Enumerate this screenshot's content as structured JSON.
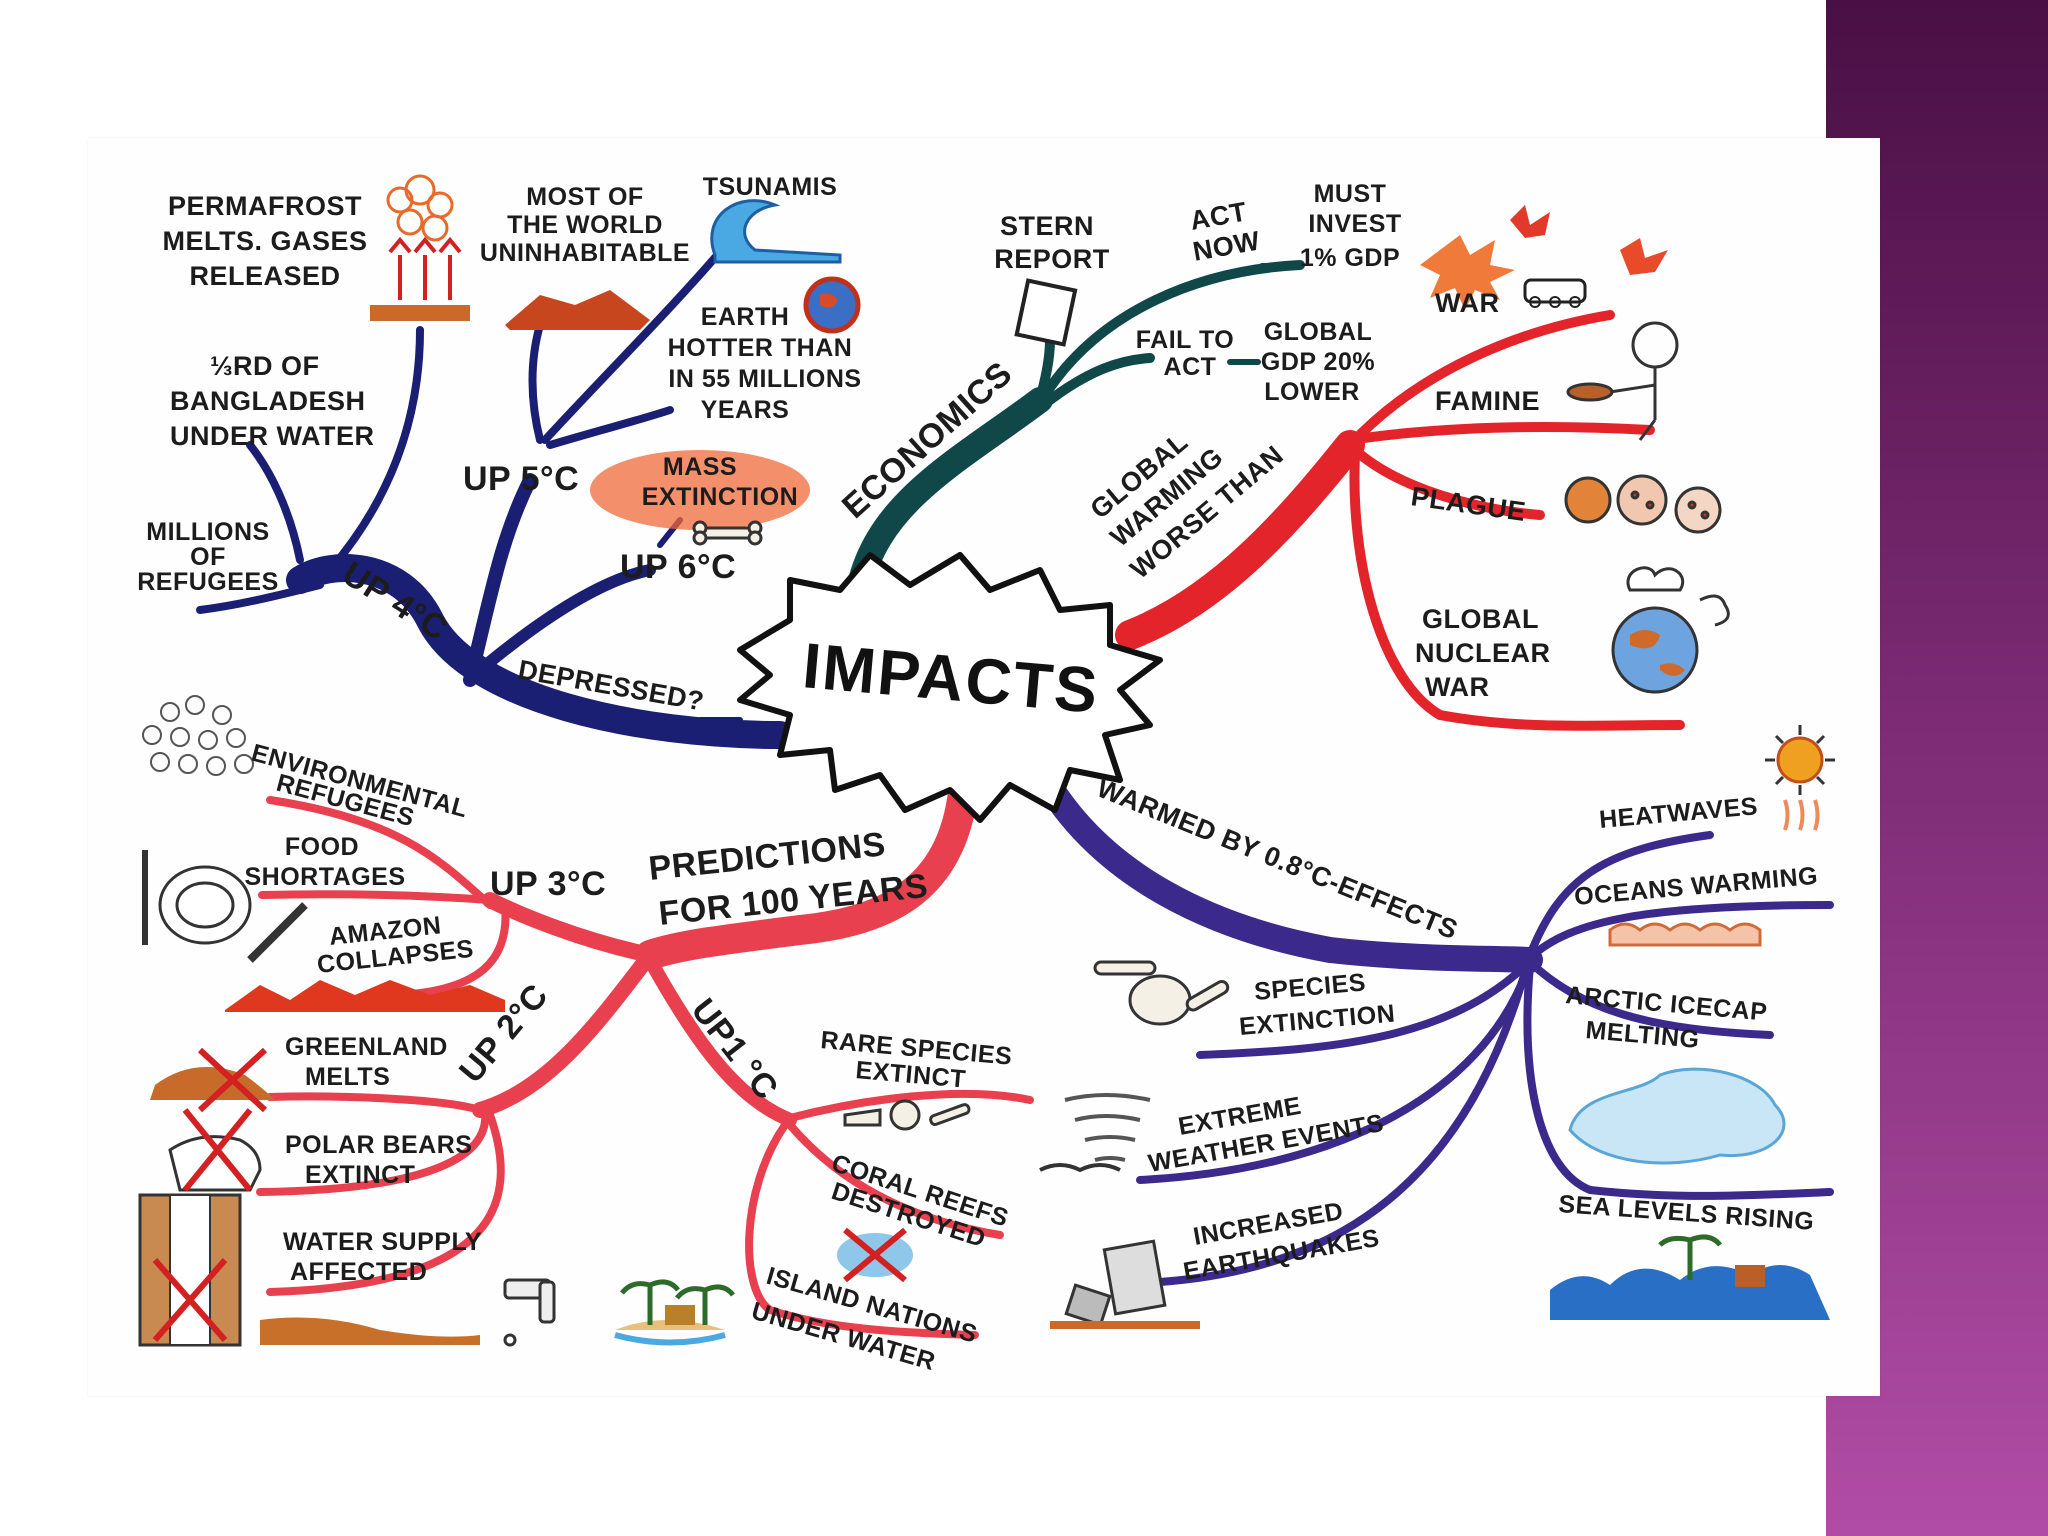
{
  "center": "IMPACTS",
  "colors": {
    "navy": "#1b1f73",
    "teal": "#10484a",
    "red": "#e3242b",
    "pink_red": "#e8404f",
    "purple": "#3b2a8c",
    "slide_accent": "#8e3585"
  },
  "temperature_branch": {
    "label": "UP 4°C",
    "up5": "UP 5°C",
    "up6": "UP 6°C",
    "depressed": "DEPRESSED?",
    "millions_refugees": [
      "MILLIONS",
      "OF",
      "REFUGEES"
    ],
    "bangladesh": [
      "⅓RD OF",
      "BANGLADESH",
      "UNDER WATER"
    ],
    "permafrost": [
      "PERMAFROST",
      "MELTS. GASES",
      "RELEASED"
    ],
    "uninhabitable": [
      "MOST OF",
      "THE WORLD",
      "UNINHABITABLE"
    ],
    "tsunamis": "TSUNAMIS",
    "earth_hotter": [
      "EARTH",
      "HOTTER THAN",
      "IN 55 MILLIONS",
      "YEARS"
    ],
    "mass_extinction": [
      "MASS",
      "EXTINCTION"
    ]
  },
  "economics_branch": {
    "label": "ECONOMICS",
    "stern": [
      "STERN",
      "REPORT"
    ],
    "act_now": [
      "ACT",
      "NOW"
    ],
    "must_invest": [
      "MUST",
      "INVEST",
      "1% GDP"
    ],
    "fail_to_act": [
      "FAIL TO",
      "ACT"
    ],
    "gdp_lower": [
      "GLOBAL",
      "GDP 20%",
      "LOWER"
    ]
  },
  "worse_than_branch": {
    "label": [
      "GLOBAL",
      "WARMING",
      "WORSE THAN"
    ],
    "war": "WAR",
    "famine": "FAMINE",
    "plague": "PLAGUE",
    "nuclear_war": [
      "GLOBAL",
      "NUCLEAR",
      "WAR"
    ]
  },
  "warmed_branch": {
    "label": "WARMED BY 0.8°C-EFFECTS",
    "heatwaves": "HEATWAVES",
    "oceans": "OCEANS WARMING",
    "arctic": [
      "ARCTIC ICECAP",
      "MELTING"
    ],
    "sea_levels": "SEA LEVELS RISING",
    "species": [
      "SPECIES",
      "EXTINCTION"
    ],
    "weather": [
      "EXTREME",
      "WEATHER EVENTS"
    ],
    "earthquakes": [
      "INCREASED",
      "EARTHQUAKES"
    ]
  },
  "predictions_branch": {
    "label": [
      "PREDICTIONS",
      "FOR 100 YEARS"
    ],
    "up3": "UP 3°C",
    "up2": "UP 2°C",
    "up1": "UP1 °C",
    "env_refugees": [
      "ENVIRONMENTAL",
      "REFUGEES"
    ],
    "food": [
      "FOOD",
      "SHORTAGES"
    ],
    "amazon": [
      "AMAZON",
      "COLLAPSES"
    ],
    "greenland": [
      "GREENLAND",
      "MELTS"
    ],
    "polar": [
      "POLAR BEARS",
      "EXTINCT"
    ],
    "water": [
      "WATER SUPPLY",
      "AFFECTED"
    ],
    "rare_species": [
      "RARE SPECIES",
      "EXTINCT"
    ],
    "coral": [
      "CORAL REEFS",
      "DESTROYED"
    ],
    "island": [
      "ISLAND NATIONS",
      "UNDER WATER"
    ]
  }
}
